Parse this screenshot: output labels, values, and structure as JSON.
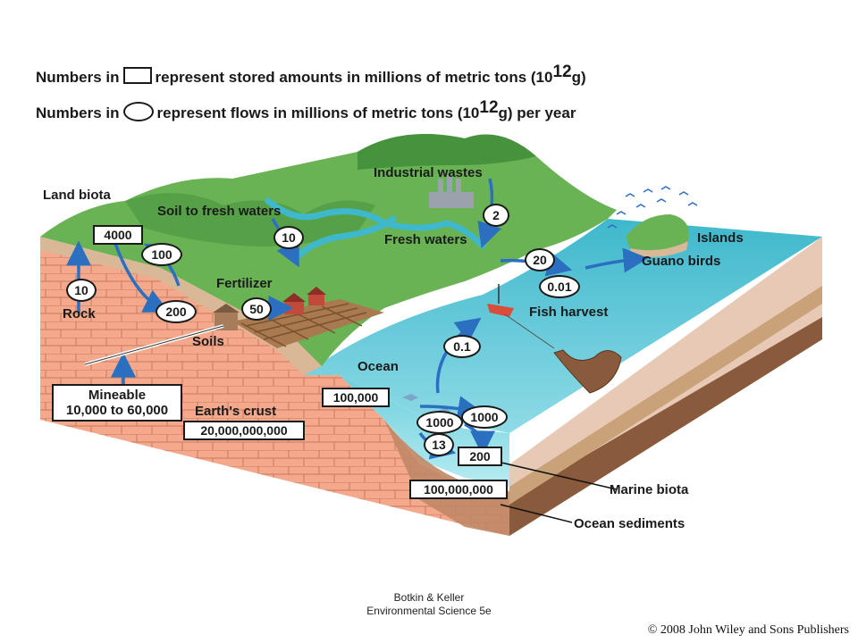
{
  "legend": {
    "stored_prefix": "Numbers in",
    "stored_suffix": "represent stored amounts in millions of metric tons (10",
    "stored_exp": "12",
    "stored_end": "g)",
    "flow_prefix": "Numbers in",
    "flow_suffix": "represent flows in millions of metric tons (10",
    "flow_exp": "12",
    "flow_end": "g) per year"
  },
  "labels": {
    "land_biota": "Land biota",
    "soil_to_fresh_waters": "Soil to fresh waters",
    "industrial_wastes": "Industrial wastes",
    "fresh_waters": "Fresh waters",
    "islands": "Islands",
    "guano_birds": "Guano birds",
    "fertilizer": "Fertilizer",
    "fish_harvest": "Fish harvest",
    "rock": "Rock",
    "soils": "Soils",
    "ocean": "Ocean",
    "mineable_title": "Mineable",
    "mineable_range": "10,000 to 60,000",
    "earths_crust": "Earth's crust",
    "marine_biota": "Marine biota",
    "ocean_sediments": "Ocean sediments"
  },
  "stored": {
    "land_biota": "4000",
    "earths_crust": "20,000,000,000",
    "ocean": "100,000",
    "marine_biota": "200",
    "ocean_sediments": "100,000,000"
  },
  "flows": {
    "rock_to_biota": "10",
    "biota_to_soil": "100",
    "soil_to_biota": "200",
    "soil_to_fresh": "10",
    "fertilizer": "50",
    "industrial": "2",
    "guano": "20",
    "fish_harvest": "0.01",
    "ocean_up": "0.1",
    "ocean_to_biota": "1000",
    "biota_to_ocean": "1000",
    "to_sediment": "13"
  },
  "footer": {
    "credit_line1": "Botkin & Keller",
    "credit_line2": "Environmental Science 5e",
    "copyright": "© 2008 John Wiley and Sons Publishers"
  },
  "colors": {
    "land_green": "#5fa84e",
    "water": "#45bfcf",
    "rock": "#f2a488",
    "arrow": "#2a6fc0",
    "sediment": "#8a5a3c"
  }
}
